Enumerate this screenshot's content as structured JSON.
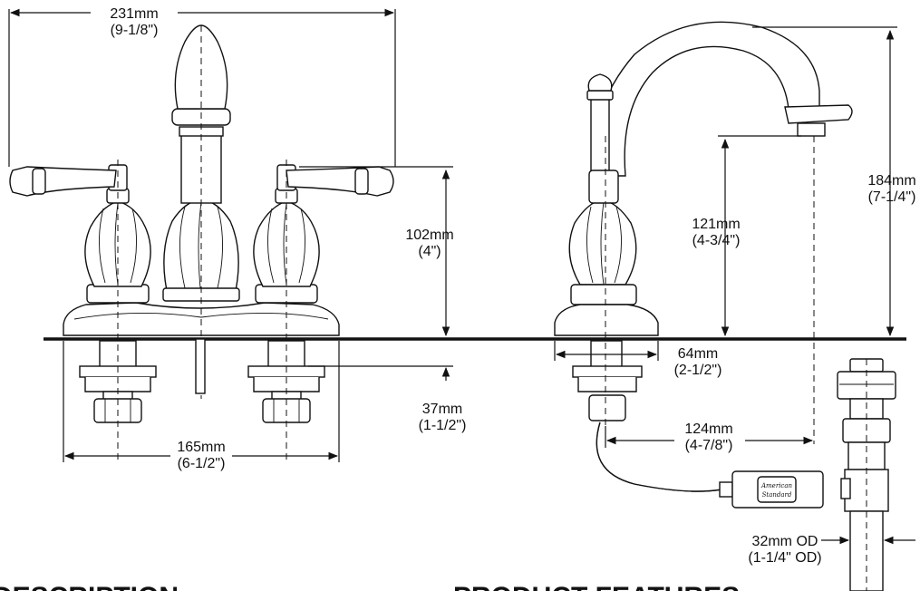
{
  "dimensions": {
    "overall_width": {
      "mm": "231mm",
      "inch": "(9-1/8\")"
    },
    "handle_height": {
      "mm": "102mm",
      "inch": "(4\")"
    },
    "shank_length": {
      "mm": "37mm",
      "inch": "(1-1/2\")"
    },
    "center_spread": {
      "mm": "165mm",
      "inch": "(6-1/2\")"
    },
    "spout_clearance": {
      "mm": "121mm",
      "inch": "(4-3/4\")"
    },
    "overall_height": {
      "mm": "184mm",
      "inch": "(7-1/4\")"
    },
    "base_diameter": {
      "mm": "64mm",
      "inch": "(2-1/2\")"
    },
    "spout_reach": {
      "mm": "124mm",
      "inch": "(4-7/8\")"
    },
    "drain_od": {
      "mm": "32mm OD",
      "inch": "(1-1/4\" OD)"
    }
  },
  "headings": {
    "description": "DESCRIPTION",
    "features": "PRODUCT FEATURES:"
  },
  "logo": {
    "line1": "American",
    "line2": "Standard"
  }
}
